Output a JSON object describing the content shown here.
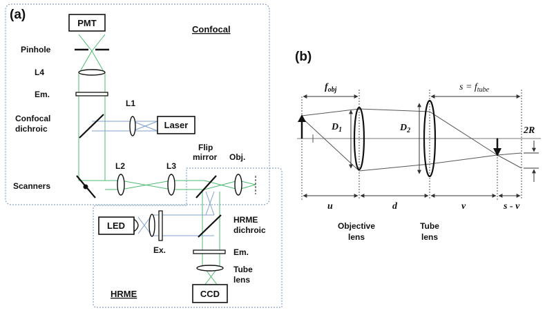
{
  "panel_a": {
    "label": "(a)",
    "sections": {
      "confocal": "Confocal",
      "hrme": "HRME"
    },
    "boxes": {
      "pmt": "PMT",
      "laser": "Laser",
      "led": "LED",
      "ccd": "CCD"
    },
    "components": {
      "pinhole": "Pinhole",
      "l4": "L4",
      "em_top": "Em.",
      "confocal_dichroic_1": "Confocal",
      "confocal_dichroic_2": "dichroic",
      "l1": "L1",
      "l2": "L2",
      "l3": "L3",
      "scanners": "Scanners",
      "flip_mirror_1": "Flip",
      "flip_mirror_2": "mirror",
      "obj": "Obj.",
      "hrme_dichroic_1": "HRME",
      "hrme_dichroic_2": "dichroic",
      "ex": "Ex.",
      "em_bottom": "Em.",
      "tube_lens_1": "Tube",
      "tube_lens_2": "lens"
    },
    "beam_colors": {
      "excitation": "#7f9fcf",
      "emission": "#4dba72"
    }
  },
  "panel_b": {
    "label": "(b)",
    "symbols": {
      "f_obj": "f",
      "f_obj_sub": "obj",
      "s_eq": "s = f",
      "s_eq_sub": "tube",
      "d1": "D",
      "d1_sub": "1",
      "d2": "D",
      "d2_sub": "2",
      "two_r": "2R",
      "u": "u",
      "d": "d",
      "v": "v",
      "s_minus_v": "s - v"
    },
    "captions": {
      "objective_1": "Objective",
      "objective_2": "lens",
      "tube_1": "Tube",
      "tube_2": "lens"
    }
  }
}
